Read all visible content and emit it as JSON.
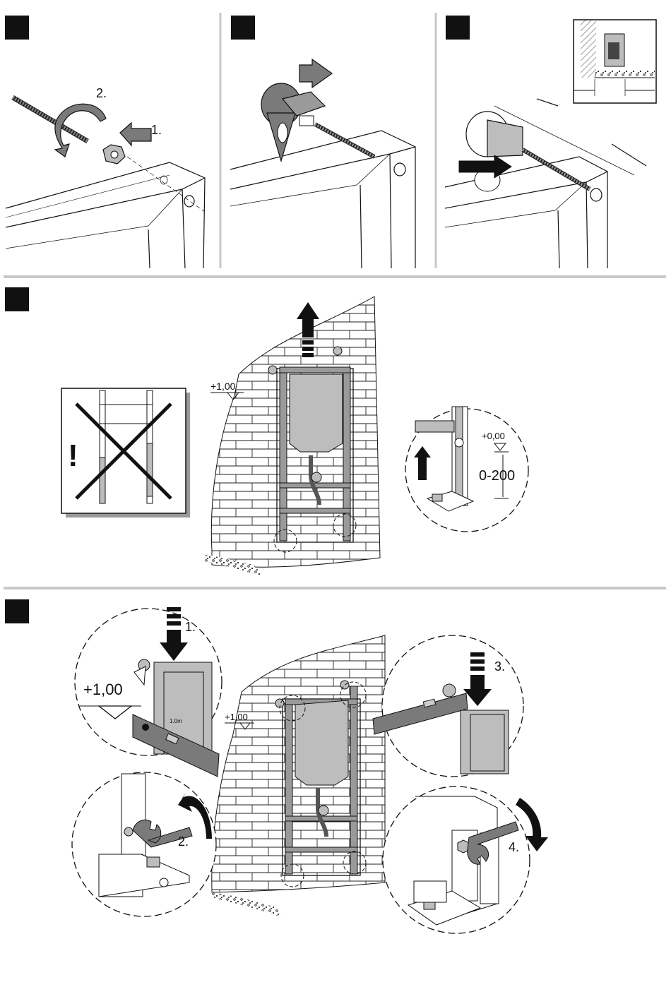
{
  "labels": {
    "step1_sub1": "1.",
    "step1_sub2": "2.",
    "level_mark": "+1,00",
    "floor_mark": "+0,00",
    "range_mark": "0-200",
    "warning_mark": "!",
    "step5_level": "+1,00",
    "step5_level_small": "+1,00",
    "step5_sub1": "1.",
    "step5_sub2": "2.",
    "step5_sub3": "3.",
    "step5_sub4": "4.",
    "level_tag": "1.0m"
  },
  "colors": {
    "ink": "#111111",
    "fill_grey": "#7a7a7a",
    "fill_light": "#bdbdbd",
    "fill_mid": "#9a9a9a",
    "divider": "#c8c8c8"
  },
  "icons": [
    "step-marker-square",
    "arrow-icon",
    "warning-icon",
    "spirit-level-icon",
    "wrench-icon"
  ]
}
